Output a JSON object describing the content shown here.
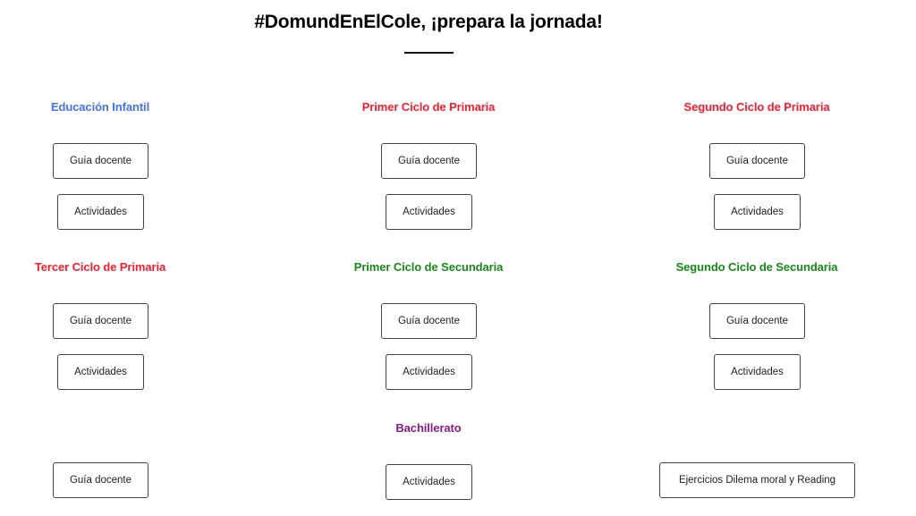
{
  "page": {
    "title": "#DomundEnElCole, ¡prepara la jornada!"
  },
  "colors": {
    "infantil": "#4472f0",
    "primaria": "#ff1a2e",
    "secundaria": "#168a16",
    "bachillerato": "#8a1a8a",
    "button_border": "#444444"
  },
  "sections": [
    {
      "heading": "Educación Infantil",
      "buttons": [
        "Guía docente",
        "Actividades"
      ]
    },
    {
      "heading": "Primer Ciclo de Primaria",
      "buttons": [
        "Guía docente",
        "Actividades"
      ]
    },
    {
      "heading": "Segundo Ciclo de Primaria",
      "buttons": [
        "Guía docente",
        "Actividades"
      ]
    },
    {
      "heading": "Tercer Ciclo de Primaria",
      "buttons": [
        "Guía docente",
        "Actividades"
      ]
    },
    {
      "heading": "Primer Ciclo de Secundaria",
      "buttons": [
        "Guía docente",
        "Actividades"
      ]
    },
    {
      "heading": "Segundo Ciclo de Secundaria",
      "buttons": [
        "Guía docente",
        "Actividades"
      ]
    },
    {
      "heading": "Bachillerato",
      "buttons": [
        "Guía docente",
        "Actividades",
        "Ejercicios Dilema moral y Reading"
      ]
    }
  ]
}
